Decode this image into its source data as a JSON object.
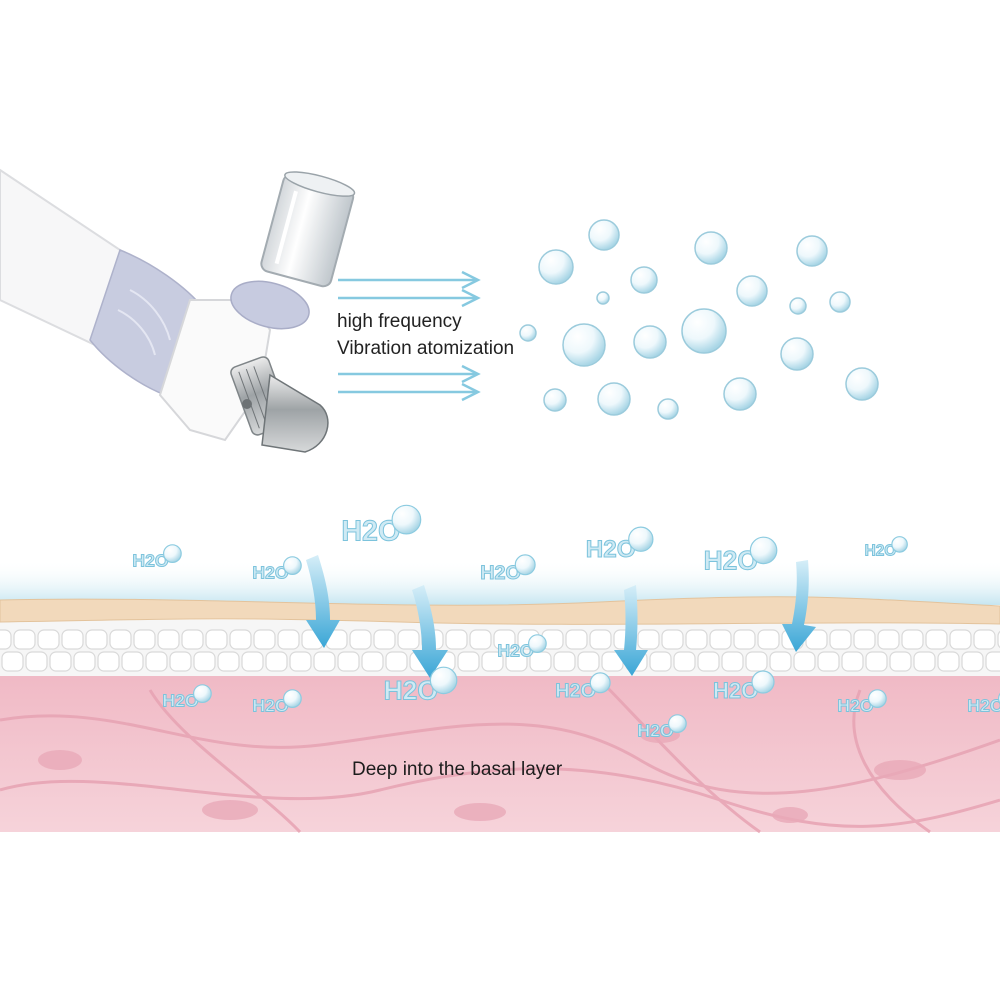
{
  "captions": {
    "atomization_line1": "high frequency",
    "atomization_line2": "Vibration atomization",
    "skin_caption": "Deep into the basal layer"
  },
  "water_label": "H2O",
  "colors": {
    "droplet": "#bfe6f2",
    "arrow_blue": "#4fb3dc",
    "skin_surface": "#f3dcc0",
    "epidermis": "#f4f4f4",
    "dermis": "#f2c6cf",
    "handpiece_sleeve": "#c9cde0"
  },
  "icons": {
    "device": "hydro-handpiece-icon",
    "droplet": "water-droplet-icon",
    "arrow": "downward-arrow-icon"
  }
}
